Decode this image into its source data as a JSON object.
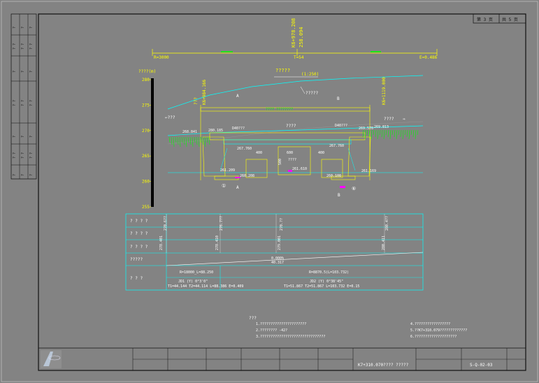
{
  "sheet": {
    "page_label": "第 3 页",
    "total_label": "共 5 页",
    "drawing_no": "S-Q-02-03",
    "title_block_caption": "K7+310.070???? ?????"
  },
  "left_strip": {
    "rows": [
      [
        "?",
        "?",
        "?"
      ],
      [
        "? ?",
        "? ?",
        "? ?"
      ],
      [
        "?",
        "?",
        "?"
      ],
      [
        "? ?",
        "? ?",
        "? ?"
      ],
      [
        "?",
        "?",
        "?"
      ],
      [
        "? ?",
        "? ?",
        "? ?"
      ],
      [
        "?",
        "?",
        "?"
      ],
      [
        "? ?",
        "? ?",
        "? ?"
      ]
    ]
  },
  "alignment": {
    "station_top": "K6+978.208",
    "elev_top": "258.094",
    "left_param": "R=3000",
    "mid_param": "T=54",
    "right_param": "E=0.486"
  },
  "section_title": {
    "title": "?????",
    "scale": "(1:250)"
  },
  "elevation_axis": {
    "title": "????(m)",
    "ticks": [
      "280",
      "275",
      "270",
      "265",
      "260",
      "255"
    ]
  },
  "labels": {
    "left_station": "K6+984.166",
    "right_station": "K6+1119.000",
    "left_note": "???",
    "left_arrow": "⇐???",
    "right_arrow": "⇒",
    "right_note": "????",
    "section_a_top": "A",
    "section_a_bottom": "A",
    "section_b_top": "B",
    "section_b_bottom": "B",
    "deck_note": "?????",
    "road_note": "????",
    "left_joint": "D40???",
    "right_joint": "D40???",
    "span_label_left": "400",
    "span_label_mid": "600",
    "span_label_right": "400",
    "height_label": "500",
    "inner_note": "????",
    "pile_left": "①",
    "pile_right": "⑥",
    "e_left_deck": "268.841",
    "e_left_mid": "280.185",
    "e_left_low": "267.760",
    "e_right_deck": "269.813",
    "e_right_mid": "269.570",
    "e_right_low": "267.760",
    "e_center": "261.610",
    "e_left_found": "261.209",
    "e_left_found2": "260.208",
    "e_right_found": "260.108",
    "e_right_found2": "261.169",
    "dim_total": "???? ????????"
  },
  "profile_table": {
    "row_labels": [
      "? ? ? ?",
      "? ? ? ?",
      "? ? ? ?",
      "?????",
      "? ? ?"
    ],
    "col1_vals": [
      "278.401",
      "270.6??"
    ],
    "col2_vals": [
      "278.410",
      "276.7??"
    ],
    "col3_vals": [
      "279.001",
      "270.??"
    ],
    "col4_vals": [
      "280.411",
      "280.4??"
    ],
    "slope_value": "0.000%",
    "slope_len": "40.317",
    "cv_left": "R=18000_L=88.250",
    "cv_right": "R=8870.5(L=103.732)",
    "curve_left_1": "JD1 (Y)   0°3'0\"",
    "curve_left_2": "T1=44.144  T2=44.114  L=88.386  E=0.409",
    "curve_right_1": "JD2 (Y)     0°38'45\"",
    "curve_right_2": "T1=51.867  T2=51.867  L=103.732  E=0.15"
  },
  "notes": {
    "heading": "???",
    "left": [
      "1.??????????????????????",
      "2.???????? -42?",
      "3.???????????????????????????????"
    ],
    "right": [
      "4.?????????????????",
      "5.??K7+310.079?????????????",
      "6.????????????????????"
    ]
  },
  "colors": {
    "background": "#838383",
    "frame": "#111111",
    "yellow": "#ffff00",
    "cyan": "#00ffff",
    "green": "#00ff00",
    "magenta": "#ff00ff",
    "white": "#ffffff"
  }
}
